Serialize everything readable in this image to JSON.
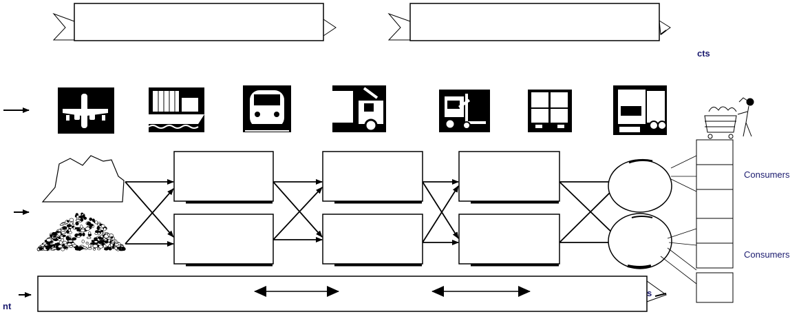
{
  "labels": {
    "top_right_fragment": "cts",
    "consumers_top": "Consumers",
    "consumers_bottom": "Consumers",
    "bottom_left_fragment": "nt",
    "bottom_bar_fragment": "s"
  },
  "icons": [
    "airplane-icon",
    "ship-icon",
    "train-icon",
    "truck-loading-icon",
    "forklift-icon",
    "pallet-icon",
    "delivery-truck-icon",
    "shopper-cart-icon",
    "rock-outline-icon",
    "gravel-pile-icon"
  ],
  "colors": {
    "stroke": "#000000",
    "label_navy": "#1a1a6e",
    "fill": "#ffffff"
  }
}
